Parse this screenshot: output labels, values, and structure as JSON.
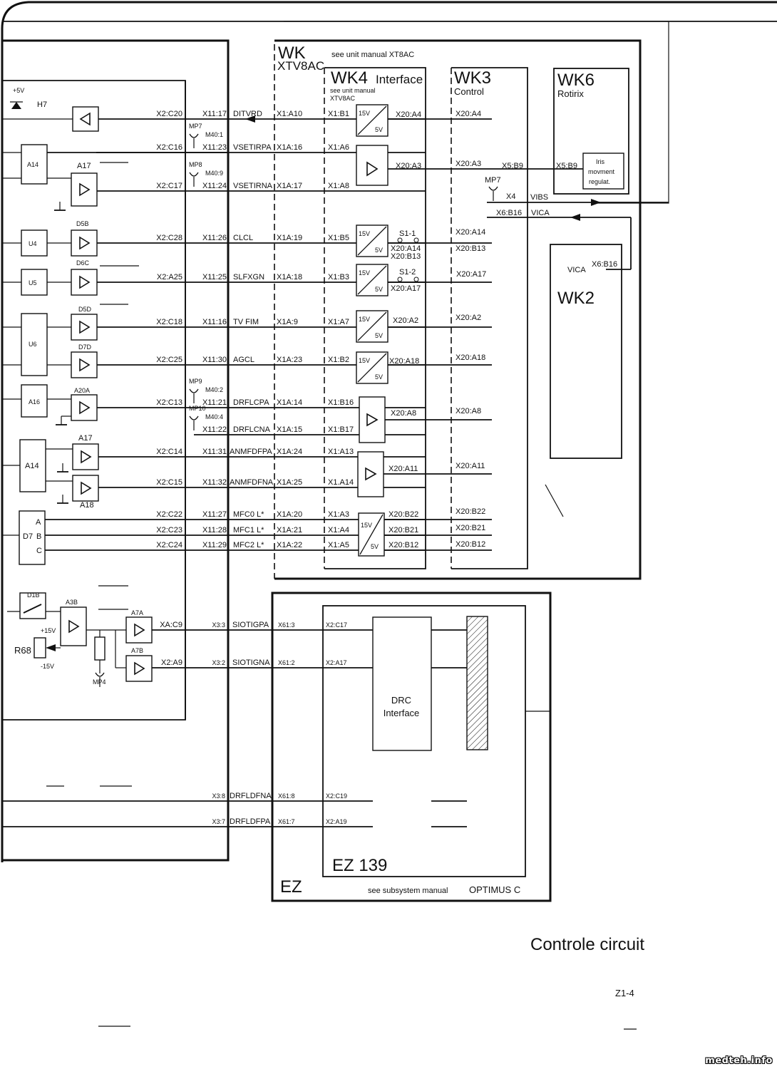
{
  "title_block": {
    "title": "Controle circuit",
    "page_number": "Z1-4",
    "watermark": "medteh.info"
  },
  "left_board": {
    "power_label": "+5V",
    "led_label": "H7",
    "components": {
      "A14_top": "A14",
      "A17_top": "A17",
      "U4": "U4",
      "U5": "U5",
      "U6": "U6",
      "D5B": "D5B",
      "D6C": "D6C",
      "D5D": "D5D",
      "D7D": "D7D",
      "A16": "A16",
      "A20A": "A20A",
      "A14_mid": "A14",
      "A17_mid": "A17",
      "A18": "A18",
      "D7": "D7",
      "D7_A": "A",
      "D7_B": "B",
      "D7_C": "C",
      "D1B": "D1B",
      "A3B": "A3B",
      "A7A": "A7A",
      "A7B": "A7B",
      "R68": "R68",
      "plus15": "+15V",
      "minus15": "-15V",
      "MP4": "MP4"
    }
  },
  "signals": [
    {
      "x2": "X2:C20",
      "x11": "X11:17",
      "net": "DITVRD",
      "x1a": "X1:A10",
      "x1": "X1:B1",
      "wk4_out": "X20:A4",
      "wk3": "X20:A4"
    },
    {
      "x2": "X2:C16",
      "x11": "X11:23",
      "net": "VSETIRPA",
      "x1a": "X1A:16",
      "x1": "X1:A6",
      "wk4_out": "X20:A3",
      "wk3": "X20:A3",
      "mp": "MP7",
      "mpm": "M40:1"
    },
    {
      "x2": "X2:C17",
      "x11": "X11:24",
      "net": "VSETIRNA",
      "x1a": "X1A:17",
      "x1": "X1:A8",
      "mp": "MP8",
      "mpm": "M40:9"
    },
    {
      "x2": "X2:C28",
      "x11": "X11:26",
      "net": "CLCL",
      "x1a": "X1A:19",
      "x1": "X1:B5",
      "wk4_out": "X20:A14",
      "wk4_out2": "X20:B13",
      "switch": "S1-1",
      "wk3": "X20:A14",
      "wk3_2": "X20:B13"
    },
    {
      "x2": "X2:A25",
      "x11": "X11:25",
      "net": "SLFXGN",
      "x1a": "X1A:18",
      "x1": "X1:B3",
      "wk4_out": "X20:A17",
      "switch": "S1-2",
      "wk3": "X20:A17"
    },
    {
      "x2": "X2:C18",
      "x11": "X11:16",
      "net": "TV FIM",
      "x1a": "X1A:9",
      "x1": "X1:A7",
      "wk4_out": "X20:A2",
      "wk3": "X20:A2"
    },
    {
      "x2": "X2:C25",
      "x11": "X11:30",
      "net": "AGCL",
      "x1a": "X1A:23",
      "x1": "X1:B2",
      "wk4_out": "X20:A18",
      "wk3": "X20:A18"
    },
    {
      "x2": "X2:C13",
      "x11": "X11:21",
      "net": "DRFLCPA",
      "x1a": "X1A:14",
      "x1": "X1:B16",
      "wk4_out": "X20:A8",
      "wk3": "X20:A8",
      "mp": "MP9",
      "mpm": "M40:2"
    },
    {
      "x11": "X11:22",
      "net": "DRFLCNA",
      "x1a": "X1A:15",
      "x1": "X1:B17",
      "mp": "MP10",
      "mpm": "M40:4"
    },
    {
      "x2": "X2:C14",
      "x11": "X11:31",
      "net": "ANMFDFPA",
      "x1a": "X1A:24",
      "x1": "X1:A13",
      "wk4_out": "X20:A11",
      "wk3": "X20:A11"
    },
    {
      "x2": "X2:C15",
      "x11": "X11:32",
      "net": "ANMFDFNA",
      "x1a": "X1A:25",
      "x1": "X1.A14"
    },
    {
      "x2": "X2:C22",
      "x11": "X11:27",
      "net": "MFC0 L*",
      "x1a": "X1A:20",
      "x1": "X1:A3",
      "wk4_out": "X20:B22",
      "wk3": "X20:B22"
    },
    {
      "x2": "X2:C23",
      "x11": "X11:28",
      "net": "MFC1 L*",
      "x1a": "X1A:21",
      "x1": "X1:A4",
      "wk4_out": "X20:B21",
      "wk3": "X20:B21"
    },
    {
      "x2": "X2:C24",
      "x11": "X11:29",
      "net": "MFC2 L*",
      "x1a": "X1A:22",
      "x1": "X1:A5",
      "wk4_out": "X20:B12",
      "wk3": "X20:B12"
    }
  ],
  "lower_signals": [
    {
      "x2": "XA:C9",
      "x3": "X3:3",
      "net": "SIOTIGPA",
      "x61": "X61:3",
      "ez": "X2:C17"
    },
    {
      "x2": "X2:A9",
      "x3": "X3:2",
      "net": "SIOTIGNA",
      "x61": "X61:2",
      "ez": "X2:A17"
    },
    {
      "x3": "X3:8",
      "net": "DRFLDFNA",
      "x61": "X61:8",
      "ez": "X2:C19"
    },
    {
      "x3": "X3:7",
      "net": "DRFLDFPA",
      "x61": "X61:7",
      "ez": "X2:A19"
    }
  ],
  "wk": {
    "title": "WK",
    "subtitle": "XTV8AC",
    "note": "see unit manual XT8AC"
  },
  "wk4": {
    "title": "WK4",
    "subtitle": "Interface",
    "note_line1": "see unit manual",
    "note_line2": "XTV8AC",
    "conv_in": "15V",
    "conv_out": "5V"
  },
  "wk3": {
    "title": "WK3",
    "subtitle": "Control",
    "x5": "X5:B9",
    "mp": "MP7",
    "x4": "X4",
    "x6": "X6:B16",
    "vibs": "VIBS",
    "vica": "VICA"
  },
  "wk6": {
    "title": "WK6",
    "subtitle": "Rotirix",
    "x5": "X5:B9",
    "iris_1": "Iris",
    "iris_2": "movment",
    "iris_3": "regulat."
  },
  "wk2": {
    "title": "WK2",
    "vica": "VICA",
    "x6": "X6:B16"
  },
  "ez": {
    "title": "EZ",
    "note": "see subsystem manual",
    "system": "OPTIMUS C",
    "board": "EZ 139",
    "drc_1": "DRC",
    "drc_2": "Interface"
  }
}
